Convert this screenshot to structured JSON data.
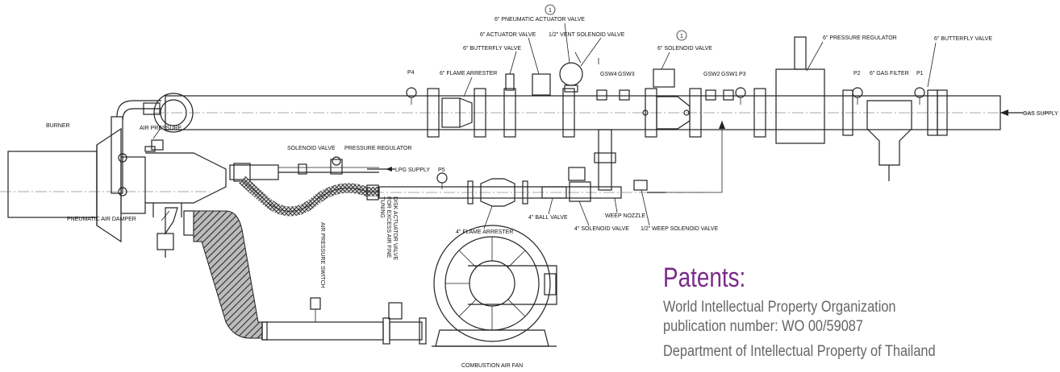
{
  "diagram": {
    "labels": {
      "burner": "BURNER",
      "air_pressure": "AIR PRESSURE",
      "pneumatic_air_damper": "PNEUMATIC AIR DAMPER",
      "air_pressure_switch": "AIR PRESSURE SWITCH",
      "disk_actuator_1": "DISK ACTUATOR VALVE",
      "disk_actuator_2": "FOR EXCESS AIR FINE",
      "disk_actuator_3": "TUNING",
      "combustion_air_fan": "COMBUSTION AIR FAN",
      "solenoid_valve_lpg": "SOLENOID VALVE",
      "pressure_regulator_lpg": "PRESSURE REGULATOR",
      "lpg_supply": "LPG SUPPLY",
      "p5": "P5",
      "flame_arrester_4": "4\" FLAME ARRESTER",
      "ball_valve_4": "4\" BALL VALVE",
      "solenoid_valve_4": "4\" SOLENOID VALVE",
      "weep_nozzle": "WEEP NOZZLE",
      "weep_solenoid": "1/2\" WEEP SOLENOID VALVE",
      "p4": "P4",
      "flame_arrester_6": "6\" FLAME ARRESTER",
      "butterfly_valve_6_left": "6\" BUTTERFLY VALVE",
      "actuator_valve_6": "6\" ACTUATOR VALVE",
      "pneumatic_actuator_6": "6\" PNEUMATIC ACTUATOR VALVE",
      "vent_solenoid": "1/2\" VENT SOLENOID VALVE",
      "callout_1": "1",
      "callout_2": "1",
      "solenoid_valve_6": "6\" SOLENOID VALVE",
      "gsw4": "GSW4",
      "gsw3": "GSW3",
      "gsw2": "GSW2",
      "gsw1": "GSW1",
      "p3": "P3",
      "pressure_regulator_6": "6\" PRESSURE REGULATOR",
      "p2": "P2",
      "gas_filter_6": "6\" GAS FILTER",
      "p1": "P1",
      "butterfly_valve_6_right": "6\" BUTTERFLY VALVE",
      "gas_supply": "GAS SUPPLY"
    }
  },
  "patents": {
    "title": "Patents:",
    "lines": [
      "World Intellectual Property Organization",
      "publication number: WO 00/59087",
      "Department of Intellectual Property of Thailand"
    ]
  },
  "colors": {
    "title": "#7a2a8a",
    "body_text": "#666666",
    "line": "#222222"
  }
}
